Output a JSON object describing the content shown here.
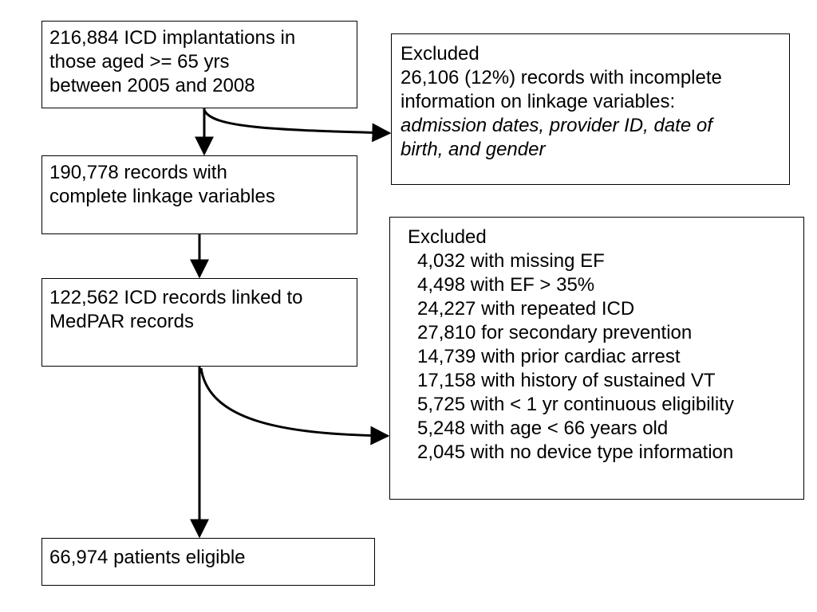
{
  "flowchart": {
    "boxes": {
      "implantations": {
        "lines": [
          "216,884 ICD implantations in",
          "those aged >= 65 yrs",
          "between 2005 and 2008"
        ]
      },
      "complete_linkage": {
        "lines": [
          "190,778 records with",
          "complete linkage variables"
        ]
      },
      "linked_medpar": {
        "lines": [
          "122,562 ICD records linked to",
          "MedPAR records"
        ]
      },
      "eligible": {
        "lines": [
          "66,974 patients eligible"
        ]
      },
      "excluded_linkage": {
        "lines": [
          "Excluded",
          "26,106 (12%) records with incomplete",
          "information on linkage variables:"
        ],
        "italic_lines": [
          "admission dates, provider ID, date of",
          "birth, and gender"
        ]
      },
      "excluded_criteria": {
        "heading": "Excluded",
        "items": [
          "4,032 with missing EF",
          "4,498 with EF > 35%",
          "24,227 with repeated ICD",
          "27,810 for secondary prevention",
          "14,739 with prior cardiac arrest",
          "17,158 with history of sustained VT",
          "5,725 with < 1 yr continuous eligibility",
          "5,248 with age < 66 years old",
          "2,045 with no device type information"
        ]
      }
    }
  }
}
